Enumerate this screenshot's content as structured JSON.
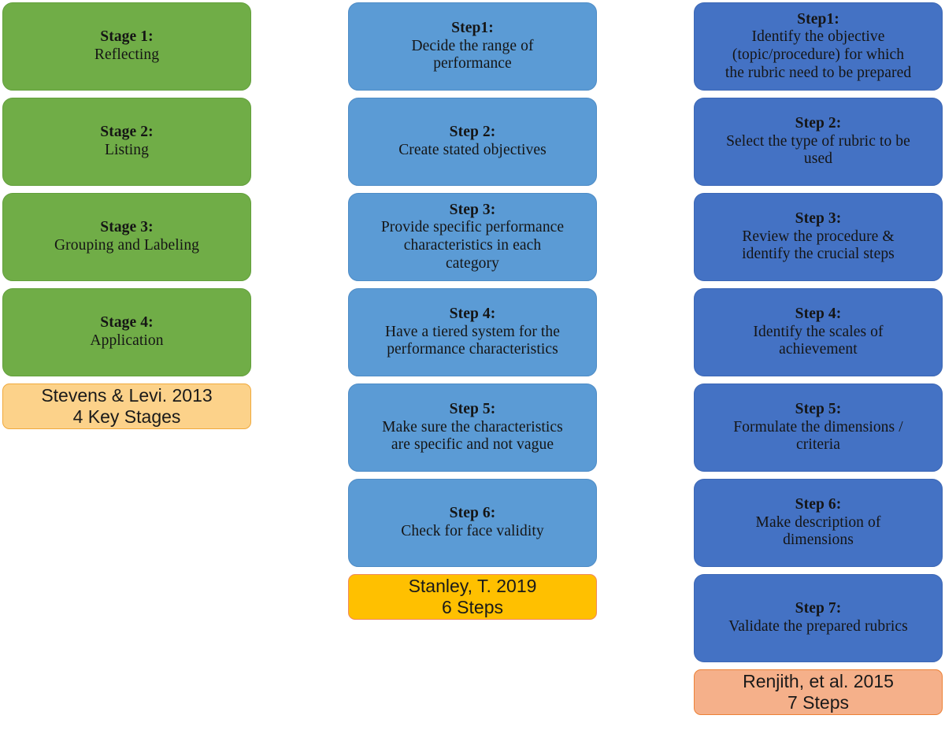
{
  "diagram": {
    "type": "three-column-comparison",
    "columns": [
      {
        "id": "stevens-levi-stages",
        "accent_color": "#70AD47",
        "caption_fill": "#FCD28A",
        "caption_border": "#F0A93C",
        "items": [
          {
            "title": "Stage 1:",
            "desc": "Reflecting"
          },
          {
            "title": "Stage 2:",
            "desc": "Listing"
          },
          {
            "title": "Stage 3:",
            "desc": "Grouping and Labeling"
          },
          {
            "title": "Stage 4:",
            "desc": "Application"
          }
        ],
        "caption": {
          "line1": "Stevens & Levi. 2013",
          "line2": "4 Key Stages"
        }
      },
      {
        "id": "stanley-steps",
        "accent_color": "#5B9BD5",
        "caption_fill": "#FFC000",
        "caption_border": "#F08A5D",
        "items": [
          {
            "title": "Step1:",
            "desc": "Decide the range of\nperformance"
          },
          {
            "title": "Step 2:",
            "desc": "Create stated objectives"
          },
          {
            "title": "Step 3:",
            "desc": "Provide specific performance\ncharacteristics in each\ncategory"
          },
          {
            "title": "Step 4:",
            "desc": "Have a tiered system for the\nperformance characteristics"
          },
          {
            "title": "Step 5:",
            "desc": "Make sure the characteristics\nare specific and not vague"
          },
          {
            "title": "Step 6:",
            "desc": "Check for face validity"
          }
        ],
        "caption": {
          "line1": "Stanley, T. 2019",
          "line2": "6 Steps"
        }
      },
      {
        "id": "renjith-steps",
        "accent_color": "#4472C4",
        "caption_fill": "#F5B08A",
        "caption_border": "#ED8136",
        "items": [
          {
            "title": "Step1:",
            "desc": "Identify the objective\n(topic/procedure) for which\nthe rubric need to be prepared"
          },
          {
            "title": "Step 2:",
            "desc": "Select the type of rubric to be\nused"
          },
          {
            "title": "Step 3:",
            "desc": "Review the procedure &\nidentify the crucial steps"
          },
          {
            "title": "Step 4:",
            "desc": "Identify the scales of\nachievement"
          },
          {
            "title": "Step 5:",
            "desc": "Formulate the dimensions /\ncriteria"
          },
          {
            "title": "Step 6:",
            "desc": "Make description of\ndimensions"
          },
          {
            "title": "Step 7:",
            "desc": "Validate the prepared rubrics"
          }
        ],
        "caption": {
          "line1": "Renjith, et al. 2015",
          "line2": "7 Steps"
        }
      }
    ]
  }
}
